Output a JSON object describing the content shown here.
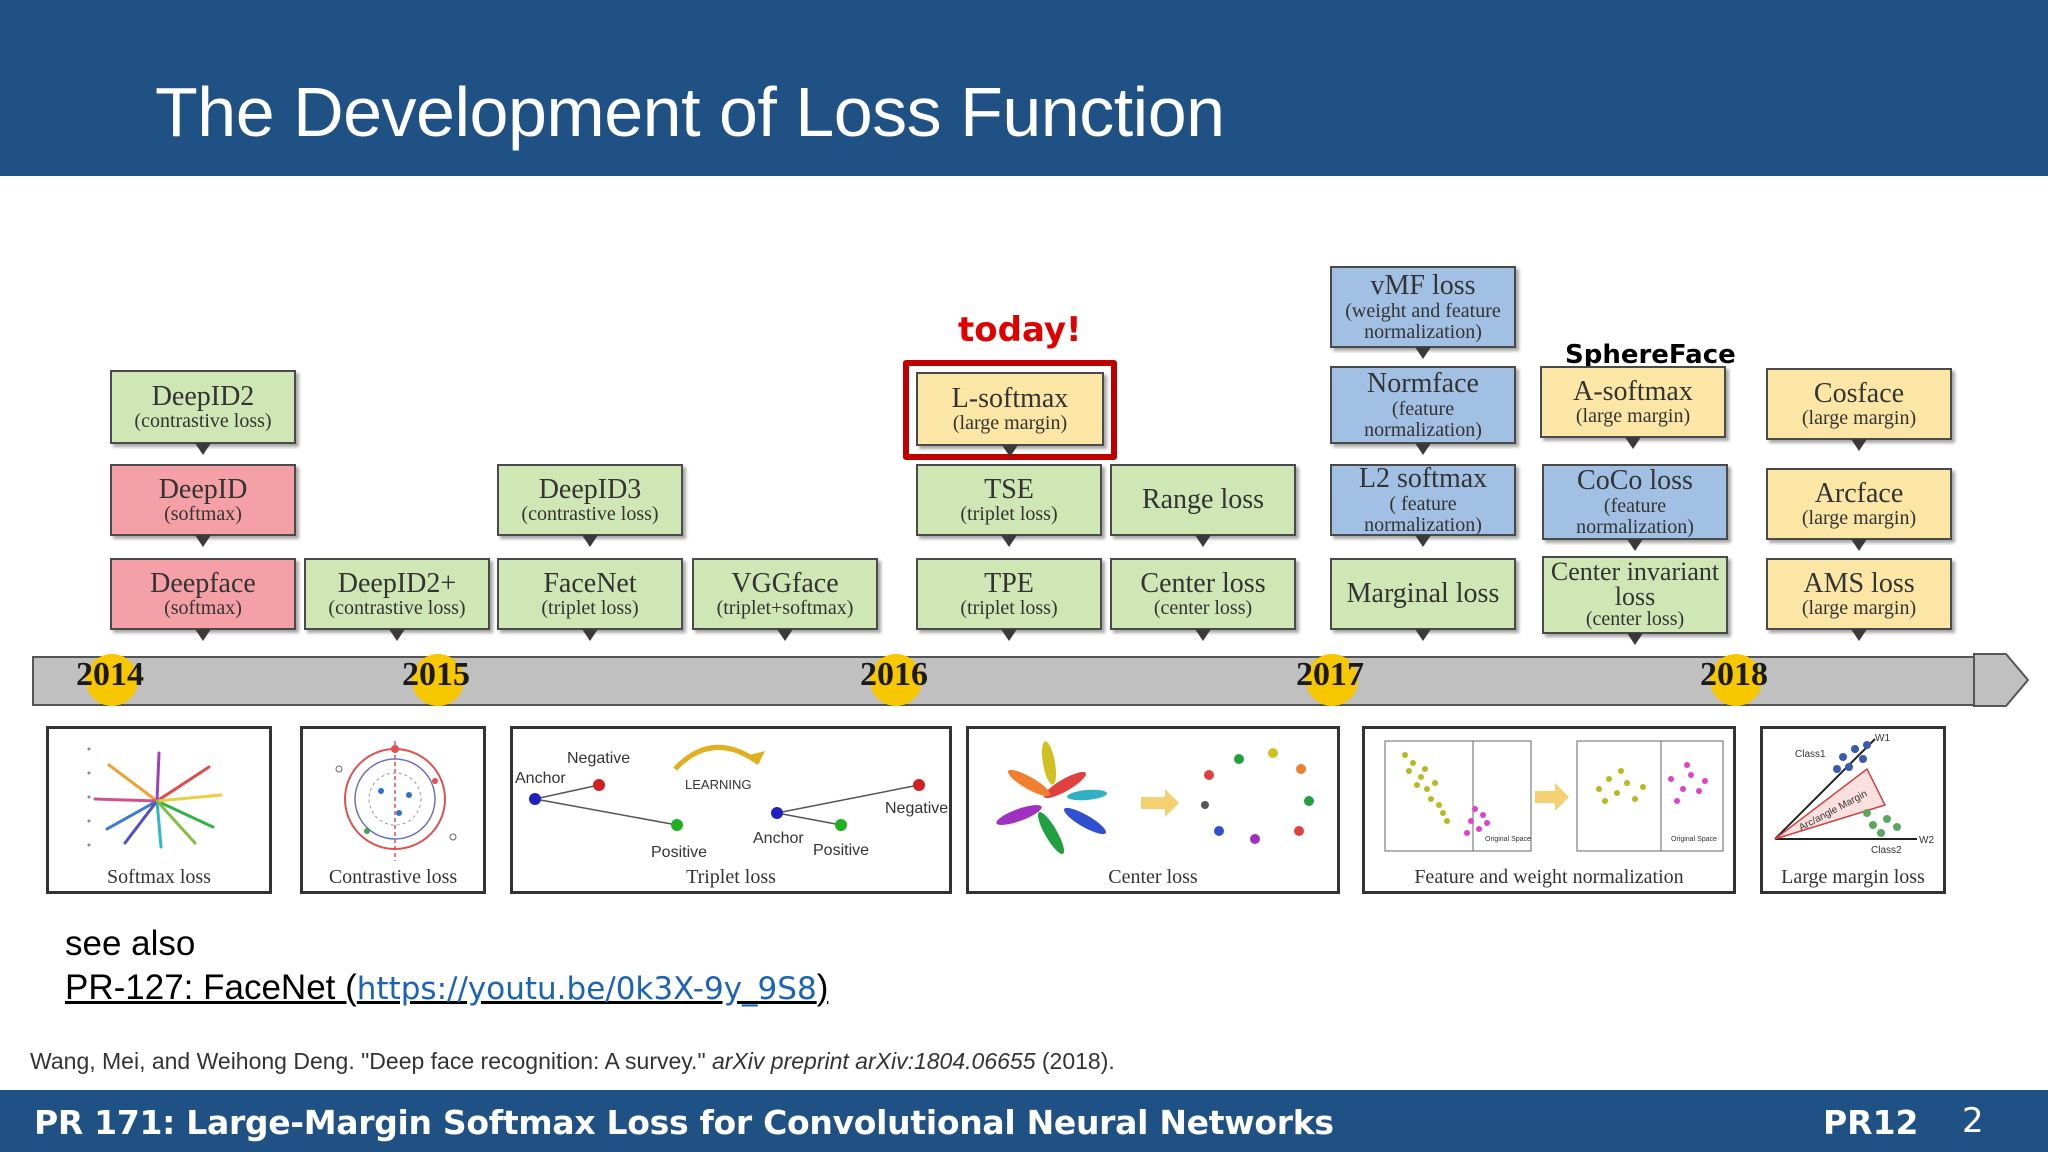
{
  "header": {
    "title": "The Development of Loss Function"
  },
  "annotations": {
    "today": "today!",
    "sphereface": "SphereFace"
  },
  "boxes": {
    "deepid2": {
      "main": "DeepID2",
      "sub": "(contrastive loss)"
    },
    "deepid": {
      "main": "DeepID",
      "sub": "(softmax)"
    },
    "deepface": {
      "main": "Deepface",
      "sub": "(softmax)"
    },
    "deepid2plus": {
      "main": "DeepID2+",
      "sub": "(contrastive loss)"
    },
    "deepid3": {
      "main": "DeepID3",
      "sub": "(contrastive loss)"
    },
    "facenet": {
      "main": "FaceNet",
      "sub": "(triplet loss)"
    },
    "vggface": {
      "main": "VGGface",
      "sub": "(triplet+softmax)"
    },
    "lsoftmax": {
      "main": "L-softmax",
      "sub": "(large margin)"
    },
    "tse": {
      "main": "TSE",
      "sub": "(triplet loss)"
    },
    "tpe": {
      "main": "TPE",
      "sub": "(triplet loss)"
    },
    "rangeloss": {
      "main": "Range loss"
    },
    "centerloss": {
      "main": "Center loss",
      "sub": "(center loss)"
    },
    "vmf": {
      "main": "vMF loss",
      "sub": "(weight and feature normalization)"
    },
    "normface": {
      "main": "Normface",
      "sub": "(feature normalization)"
    },
    "l2softmax": {
      "main": "L2 softmax",
      "sub": "( feature normalization)"
    },
    "marginal": {
      "main": "Marginal loss"
    },
    "asoftmax": {
      "main": "A-softmax",
      "sub": "(large margin)"
    },
    "coco": {
      "main": "CoCo loss",
      "sub": "(feature normalization)"
    },
    "centerinvariant": {
      "main": "Center invariant loss",
      "sub": "(center loss)"
    },
    "cosface": {
      "main": "Cosface",
      "sub": "(large margin)"
    },
    "arcface": {
      "main": "Arcface",
      "sub": "(large margin)"
    },
    "ams": {
      "main": "AMS loss",
      "sub": "(large margin)"
    }
  },
  "timeline": {
    "years": [
      "2014",
      "2015",
      "2016",
      "2017",
      "2018"
    ]
  },
  "panels": {
    "softmax": "Softmax loss",
    "contrastive": "Contrastive loss",
    "triplet": "Triplet loss",
    "center": "Center loss",
    "featnorm": "Feature and weight normalization",
    "largemargin": "Large margin loss"
  },
  "triplet_labels": {
    "negative": "Negative",
    "anchor": "Anchor",
    "positive": "Positive",
    "learning": "LEARNING"
  },
  "margin_labels": {
    "class1": "Class1",
    "class2": "Class2",
    "w1": "W1",
    "w2": "W2",
    "margin": "Arc/angle Margin"
  },
  "normalization_labels": {
    "original_space": "Original Space"
  },
  "see_also": {
    "label": "see also",
    "link_prefix": "PR-127: FaceNet (",
    "url": "https://youtu.be/0k3X-9y_9S8",
    "link_suffix": ")"
  },
  "citation": {
    "authors": "Wang, Mei, and Weihong Deng. \"Deep face recognition: A survey.\" ",
    "venue": "arXiv preprint arXiv:1804.06655",
    "year": " (2018)."
  },
  "footer": {
    "title": "PR 171: Large-Margin Softmax Loss for Convolutional Neural Networks",
    "brand": "PR12",
    "page": "2"
  },
  "colors": {
    "header_bg": "#1f5185",
    "green": "#cfe6b5",
    "pink": "#f5a0a7",
    "blue": "#a2c0e3",
    "yellow": "#fbe6a6",
    "highlight_red": "#c00000",
    "year_dot": "#f7c700"
  }
}
